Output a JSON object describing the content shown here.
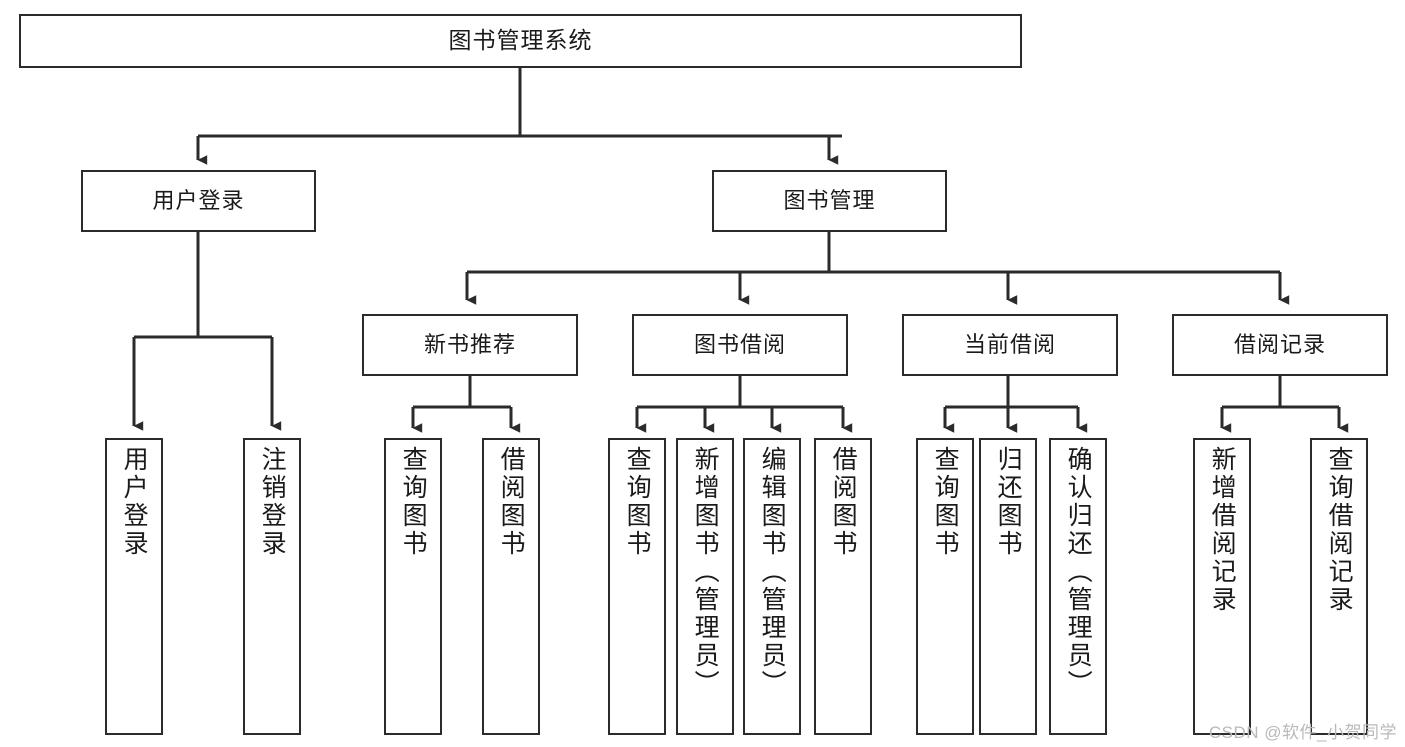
{
  "diagram": {
    "title": "图书管理系统",
    "type": "tree",
    "colors": {
      "box_border": "#2b2b2b",
      "box_fill": "#ffffff",
      "edge": "#2b2b2b",
      "text": "#1a1a1a",
      "watermark": "#b9b9b9"
    },
    "levels": {
      "root": "图书管理系统",
      "level2": [
        "用户登录",
        "图书管理"
      ],
      "level3": [
        "新书推荐",
        "图书借阅",
        "当前借阅",
        "借阅记录"
      ]
    },
    "nodes": {
      "root": {
        "label": "图书管理系统"
      },
      "user_login": {
        "label": "用户登录"
      },
      "book_manage": {
        "label": "图书管理"
      },
      "new_book_rec": {
        "label": "新书推荐"
      },
      "book_borrow": {
        "label": "图书借阅"
      },
      "current_borrow": {
        "label": "当前借阅"
      },
      "borrow_record": {
        "label": "借阅记录"
      }
    },
    "leaves": {
      "user_login": [
        {
          "label": "用户登录"
        },
        {
          "label": "注销登录"
        }
      ],
      "new_book_rec": [
        {
          "label": "查询图书"
        },
        {
          "label": "借阅图书"
        }
      ],
      "book_borrow": [
        {
          "label": "查询图书"
        },
        {
          "label": "新增图书（管理员）"
        },
        {
          "label": "编辑图书（管理员）"
        },
        {
          "label": "借阅图书"
        }
      ],
      "current_borrow": [
        {
          "label": "查询图书"
        },
        {
          "label": "归还图书"
        },
        {
          "label": "确认归还（管理员）"
        }
      ],
      "borrow_record": [
        {
          "label": "新增借阅记录"
        },
        {
          "label": "查询借阅记录"
        }
      ]
    },
    "watermark": "CSDN @软件_小贺同学"
  }
}
